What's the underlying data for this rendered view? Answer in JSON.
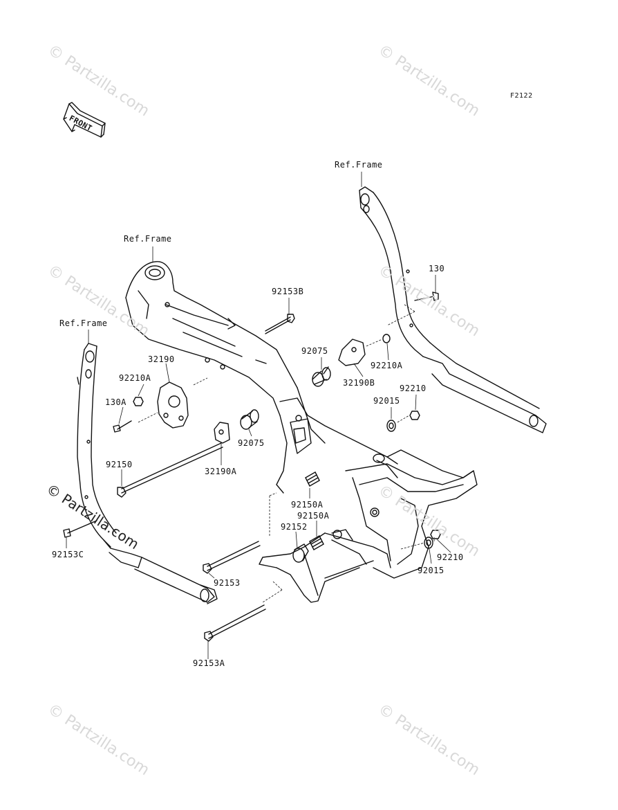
{
  "figure_code": "F2122",
  "front_label": "FRONT",
  "watermark": "© Partzilla.com",
  "ref_frame_labels": [
    "Ref.Frame",
    "Ref.Frame",
    "Ref.Frame"
  ],
  "parts": {
    "p92153B": "92153B",
    "p130": "130",
    "p92075_top": "92075",
    "p92210A_right": "92210A",
    "p32190B": "32190B",
    "p92210_top": "92210",
    "p92015_top": "92015",
    "p32190": "32190",
    "p92210A_left": "92210A",
    "p130A": "130A",
    "p92075_mid": "92075",
    "p92150": "92150",
    "p32190A": "32190A",
    "p92150A_1": "92150A",
    "p92150A_2": "92150A",
    "p92152": "92152",
    "p92153C": "92153C",
    "p92153": "92153",
    "p92210_bottom": "92210",
    "p92015_bottom": "92015",
    "p92153A": "92153A"
  }
}
